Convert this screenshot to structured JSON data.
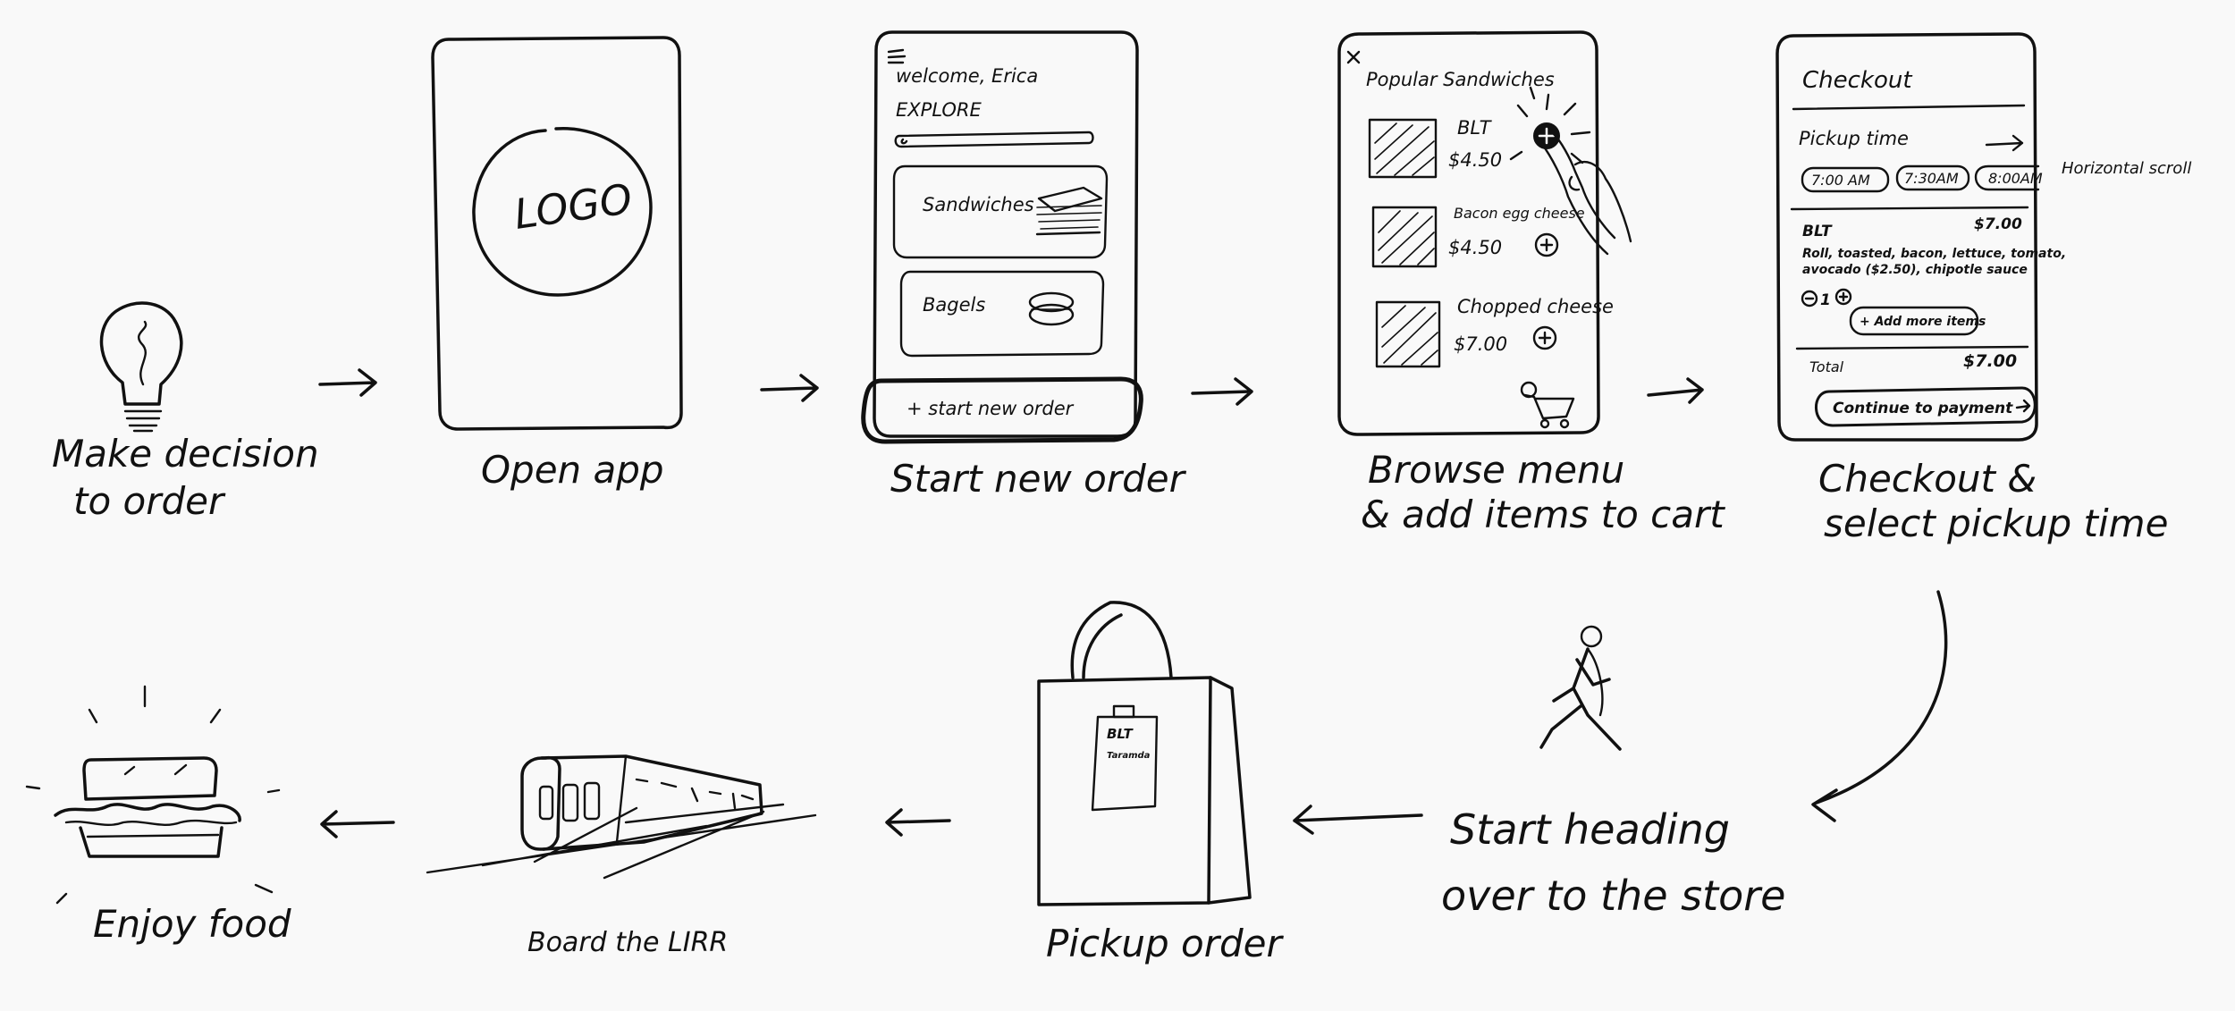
{
  "colors": {
    "background": "#f9f9f9",
    "ink": "#111111"
  },
  "steps": {
    "decide": {
      "caption_line1": "Make decision",
      "caption_line2": "to order",
      "icon": "lightbulb-icon"
    },
    "open_app": {
      "caption": "Open app",
      "logo_text": "LOGO"
    },
    "start_order": {
      "caption": "Start new order",
      "greeting": "welcome, Erica",
      "section_title": "EXPLORE",
      "categories": [
        {
          "label": "Sandwiches"
        },
        {
          "label": "Bagels"
        }
      ],
      "start_button": "+ start new order"
    },
    "browse": {
      "caption_line1": "Browse menu",
      "caption_line2": "& add items to cart",
      "menu_title": "Popular Sandwiches",
      "items": [
        {
          "name": "BLT",
          "price": "$4.50"
        },
        {
          "name": "Bacon egg cheese",
          "price": "$4.50"
        },
        {
          "name": "Chopped cheese",
          "price": "$7.00"
        }
      ]
    },
    "checkout": {
      "caption_line1": "Checkout &",
      "caption_line2": "select pickup time",
      "title": "Checkout",
      "pickup_label": "Pickup time",
      "times": [
        "7:00 AM",
        "7:30AM",
        "8:00AM"
      ],
      "scroll_note": "Horizontal scroll",
      "item_name": "BLT",
      "item_price": "$7.00",
      "item_desc_line1": "Roll, toasted, bacon, lettuce, tomato,",
      "item_desc_line2": "avocado ($2.50), chipotle sauce",
      "quantity": "1",
      "add_more": "+ Add more items",
      "total_label": "Total",
      "total_value": "$7.00",
      "pay_button": "Continue to payment"
    },
    "head_to_store": {
      "caption_line1": "Start heading",
      "caption_line2": "over to the store"
    },
    "pickup": {
      "caption": "Pickup order",
      "tag_line1": "BLT",
      "tag_line2": "Taramda"
    },
    "board": {
      "caption": "Board the LIRR"
    },
    "enjoy": {
      "caption": "Enjoy food"
    }
  }
}
